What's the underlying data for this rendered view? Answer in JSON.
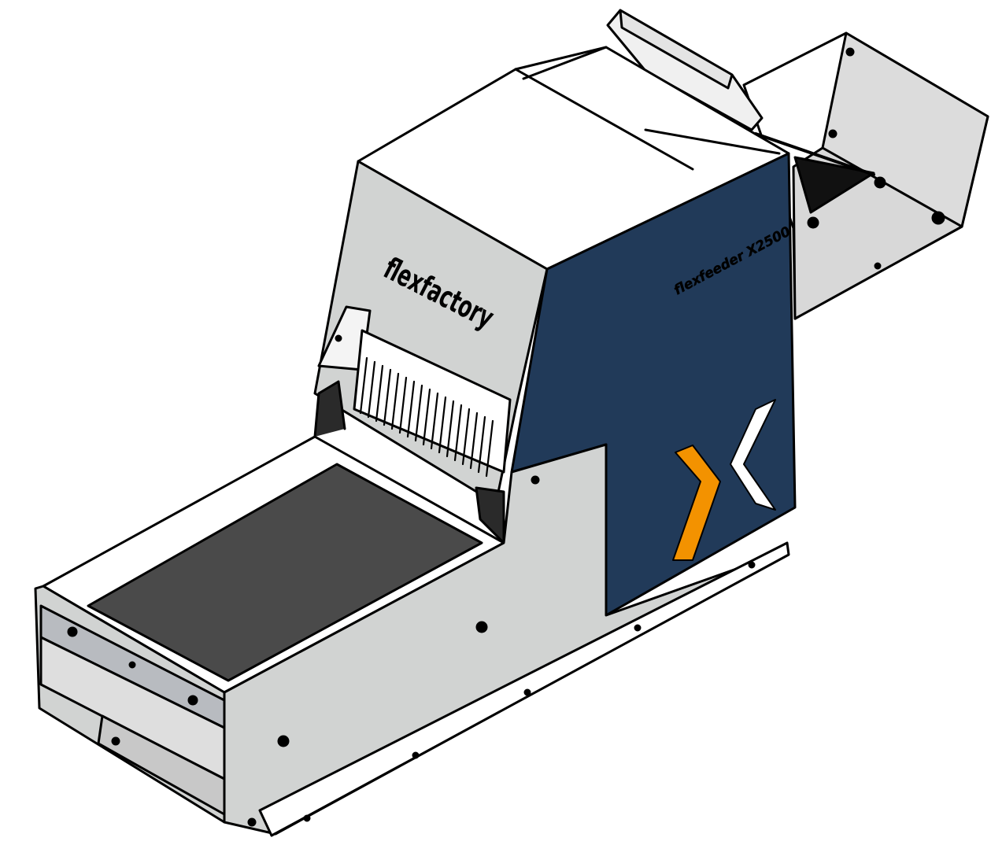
{
  "front_logo": {
    "text": "flexfactory"
  },
  "side_logo": {
    "text": "flexfeeder X2500"
  },
  "colors": {
    "outline": "#000000",
    "panel_light": "#d1d3d2",
    "panel_white": "#ffffff",
    "belt": "#4a4a4a",
    "side_blue": "#213a59",
    "accent_orange": "#f39200",
    "accent_white": "#ffffff"
  },
  "icons": [
    "chevron-logo-mark"
  ]
}
